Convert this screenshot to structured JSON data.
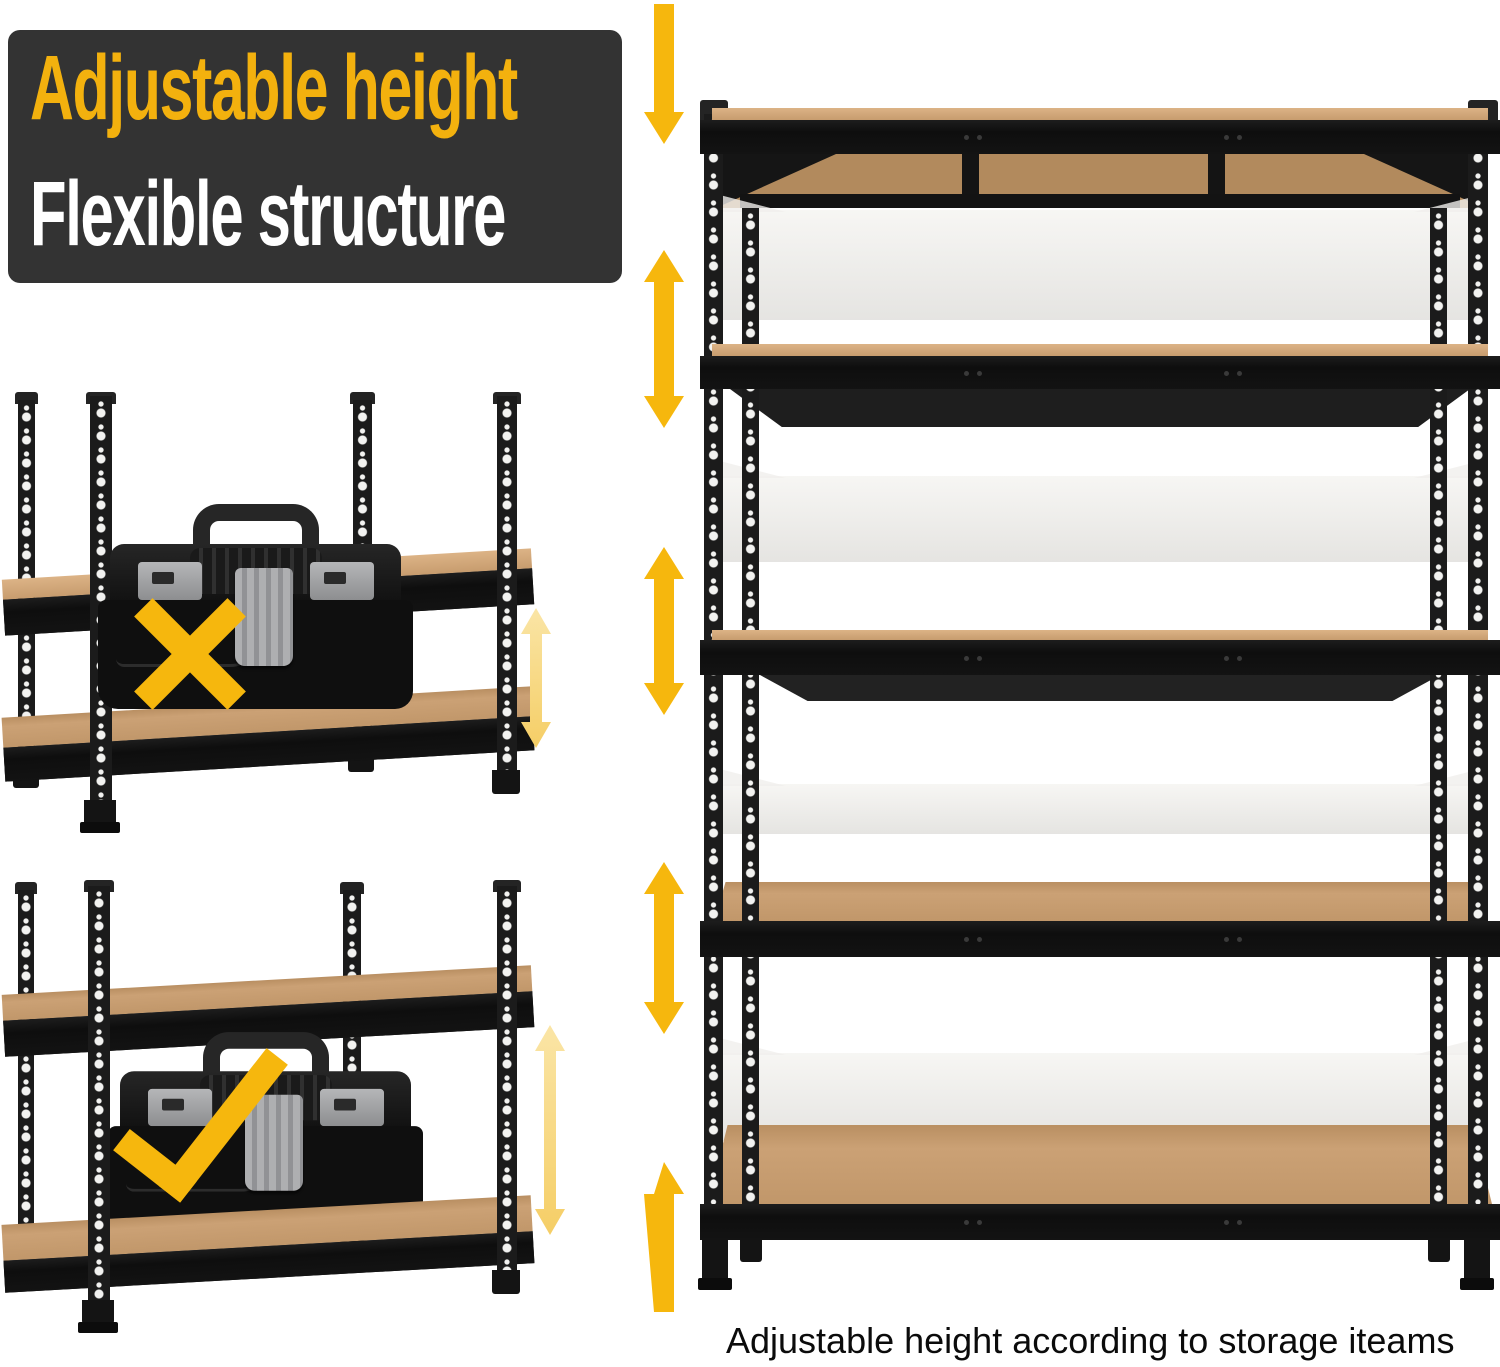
{
  "banner": {
    "line1": "Adjustable height",
    "line2": "Flexible structure"
  },
  "caption": {
    "text": "Adjustable height according to storage iteams"
  },
  "colors": {
    "banner_bg": "#333333",
    "banner_yellow": "#F3B10E",
    "gold": "#F6B70D",
    "pale1": "#FAE5A6",
    "pale2": "#F5CE66",
    "wood_edge": "#CFA678",
    "wood_top": "#C2986A",
    "steel_black": "#141414",
    "ghost_shelf": "#E9E8E5"
  },
  "annotations": {
    "wrong_mark": "x-mark",
    "right_mark": "check-mark",
    "adjust_arrows": [
      "arrow-down",
      "arrow-double",
      "arrow-double",
      "arrow-double",
      "arrow-up"
    ],
    "scene_arrows": [
      "arrow-double-pale",
      "arrow-double-pale"
    ]
  }
}
